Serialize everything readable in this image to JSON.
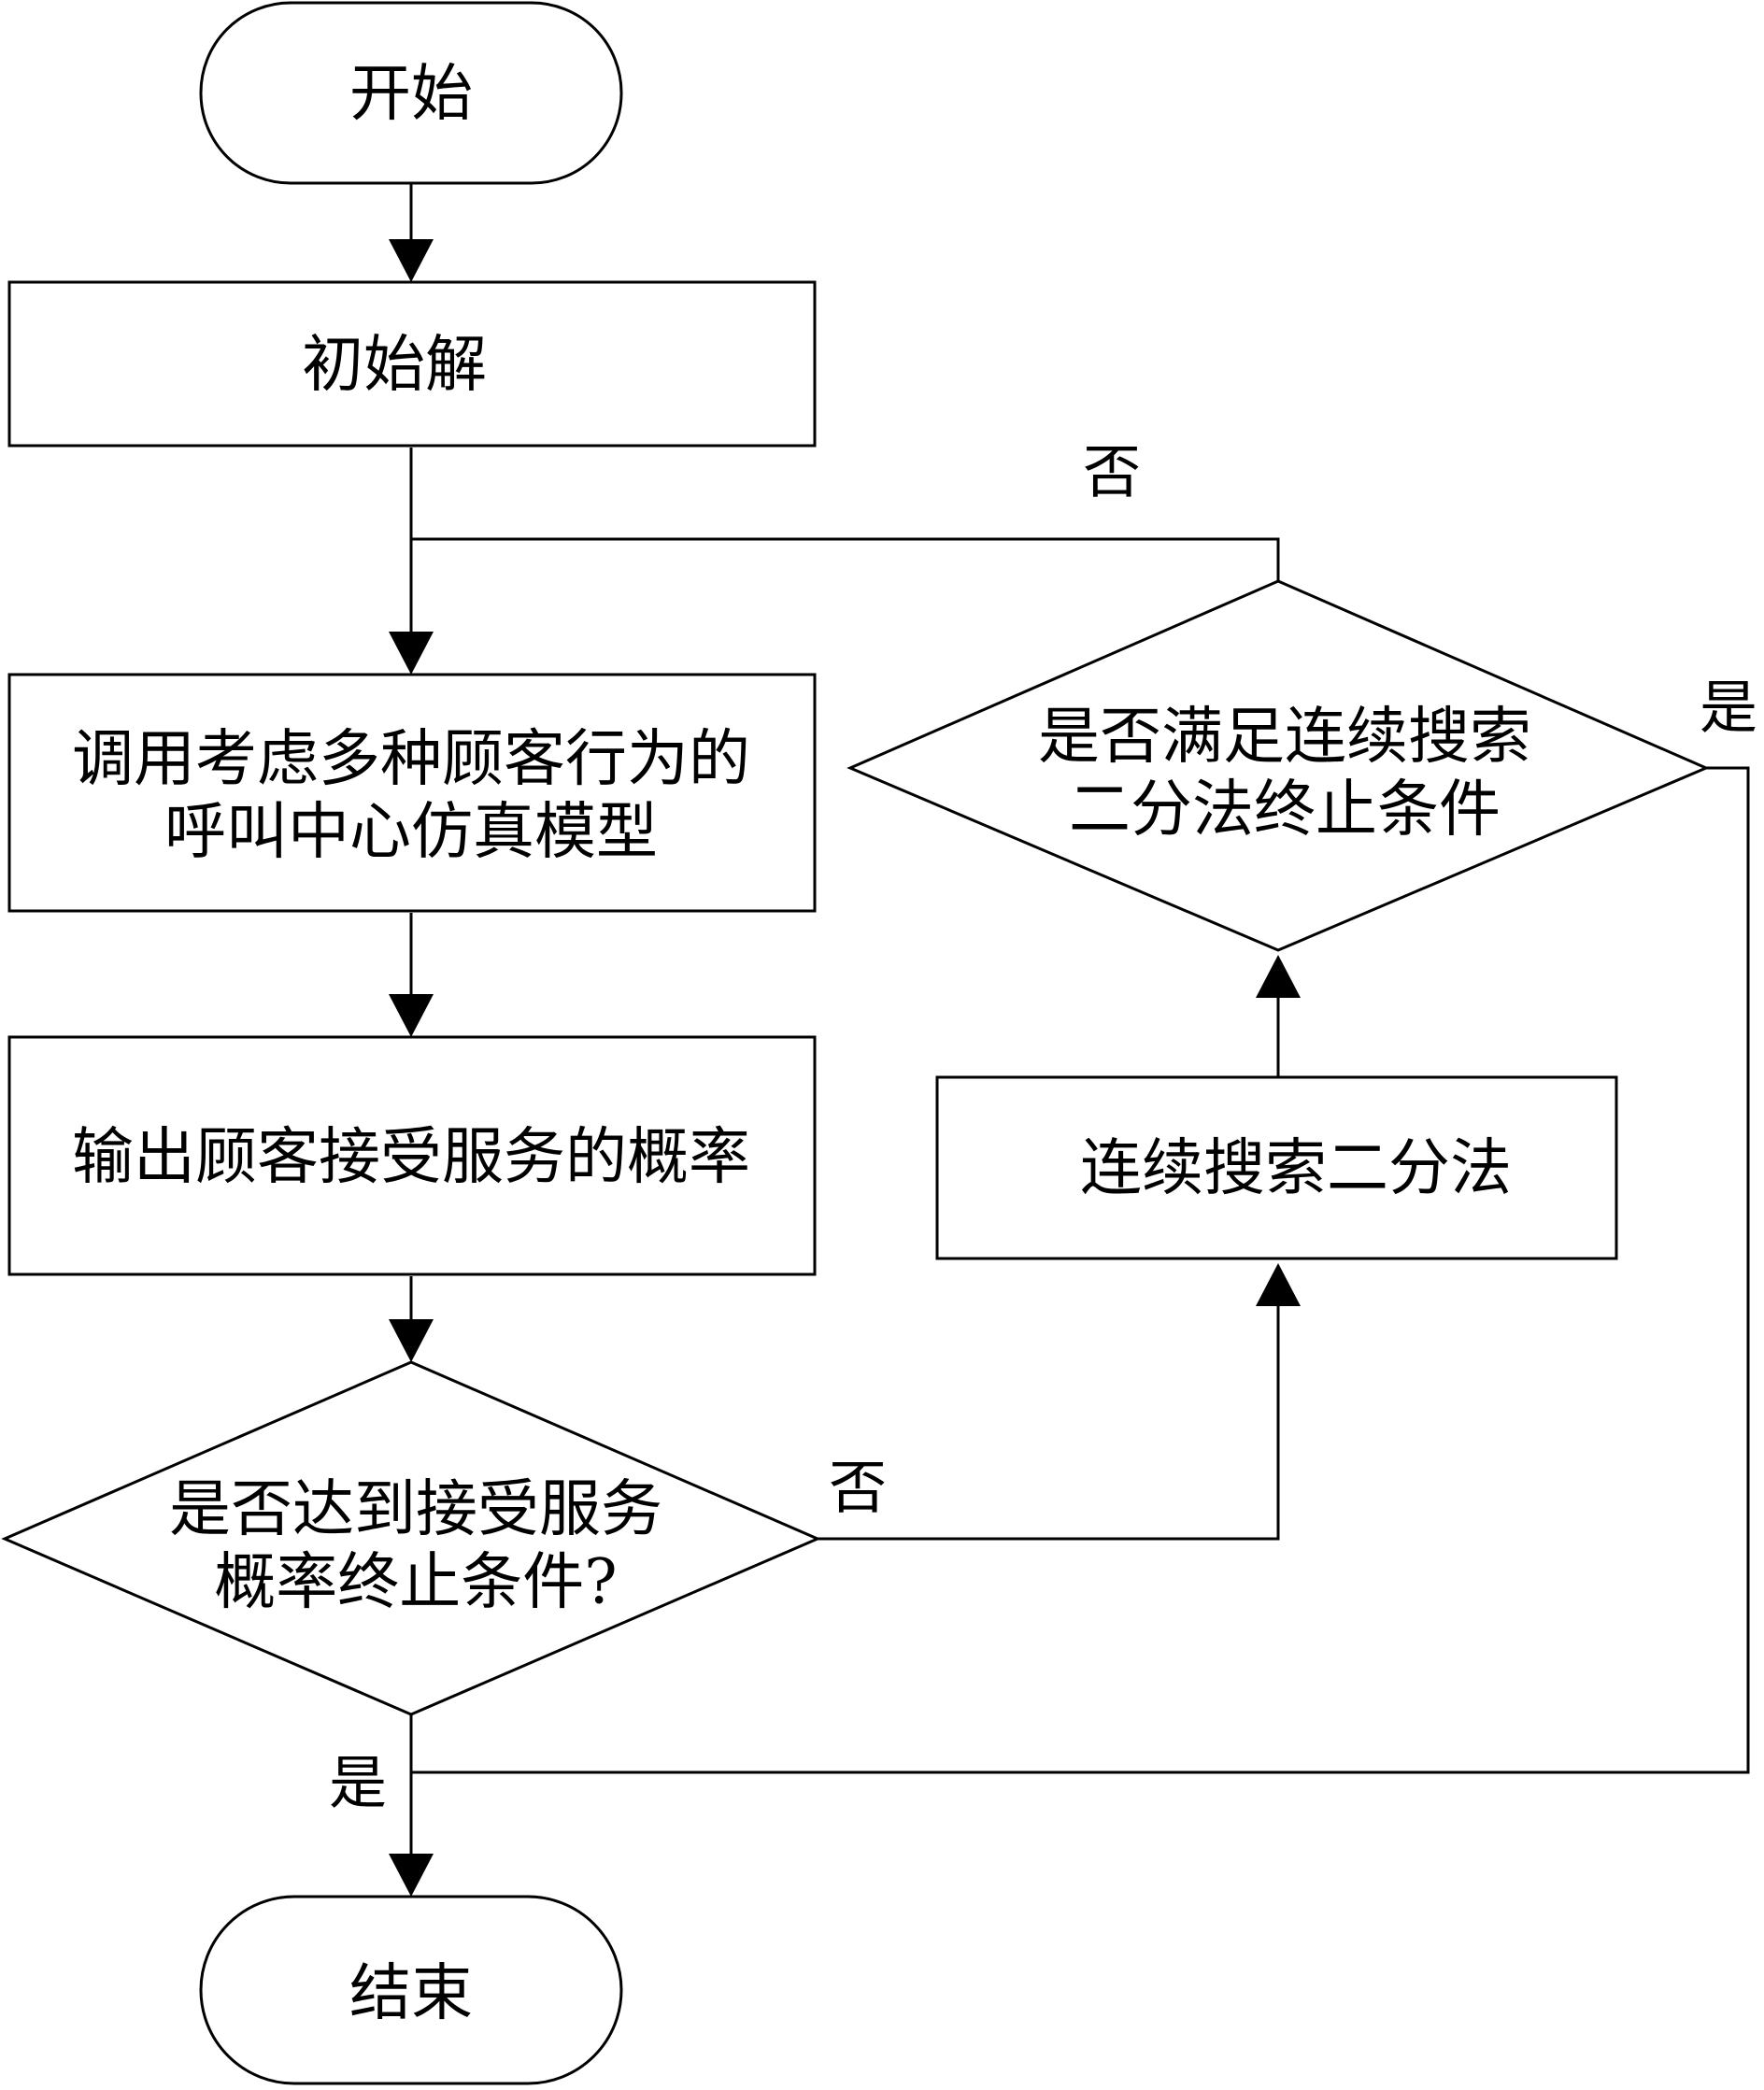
{
  "nodes": {
    "start": "开始",
    "init": "初始解",
    "sim_line1": "调用考虑多种顾客行为的",
    "sim_line2": "呼叫中心仿真模型",
    "output": "输出顾客接受服务的概率",
    "decision1_line1": "是否达到接受服务",
    "decision1_line2": "概率终止条件?",
    "bisection": "连续搜索二分法",
    "decision2_line1": "是否满足连续搜索",
    "decision2_line2": "二分法终止条件",
    "end": "结束"
  },
  "edge_labels": {
    "decision1_no": "否",
    "decision1_yes": "是",
    "decision2_no": "否",
    "decision2_yes": "是"
  }
}
